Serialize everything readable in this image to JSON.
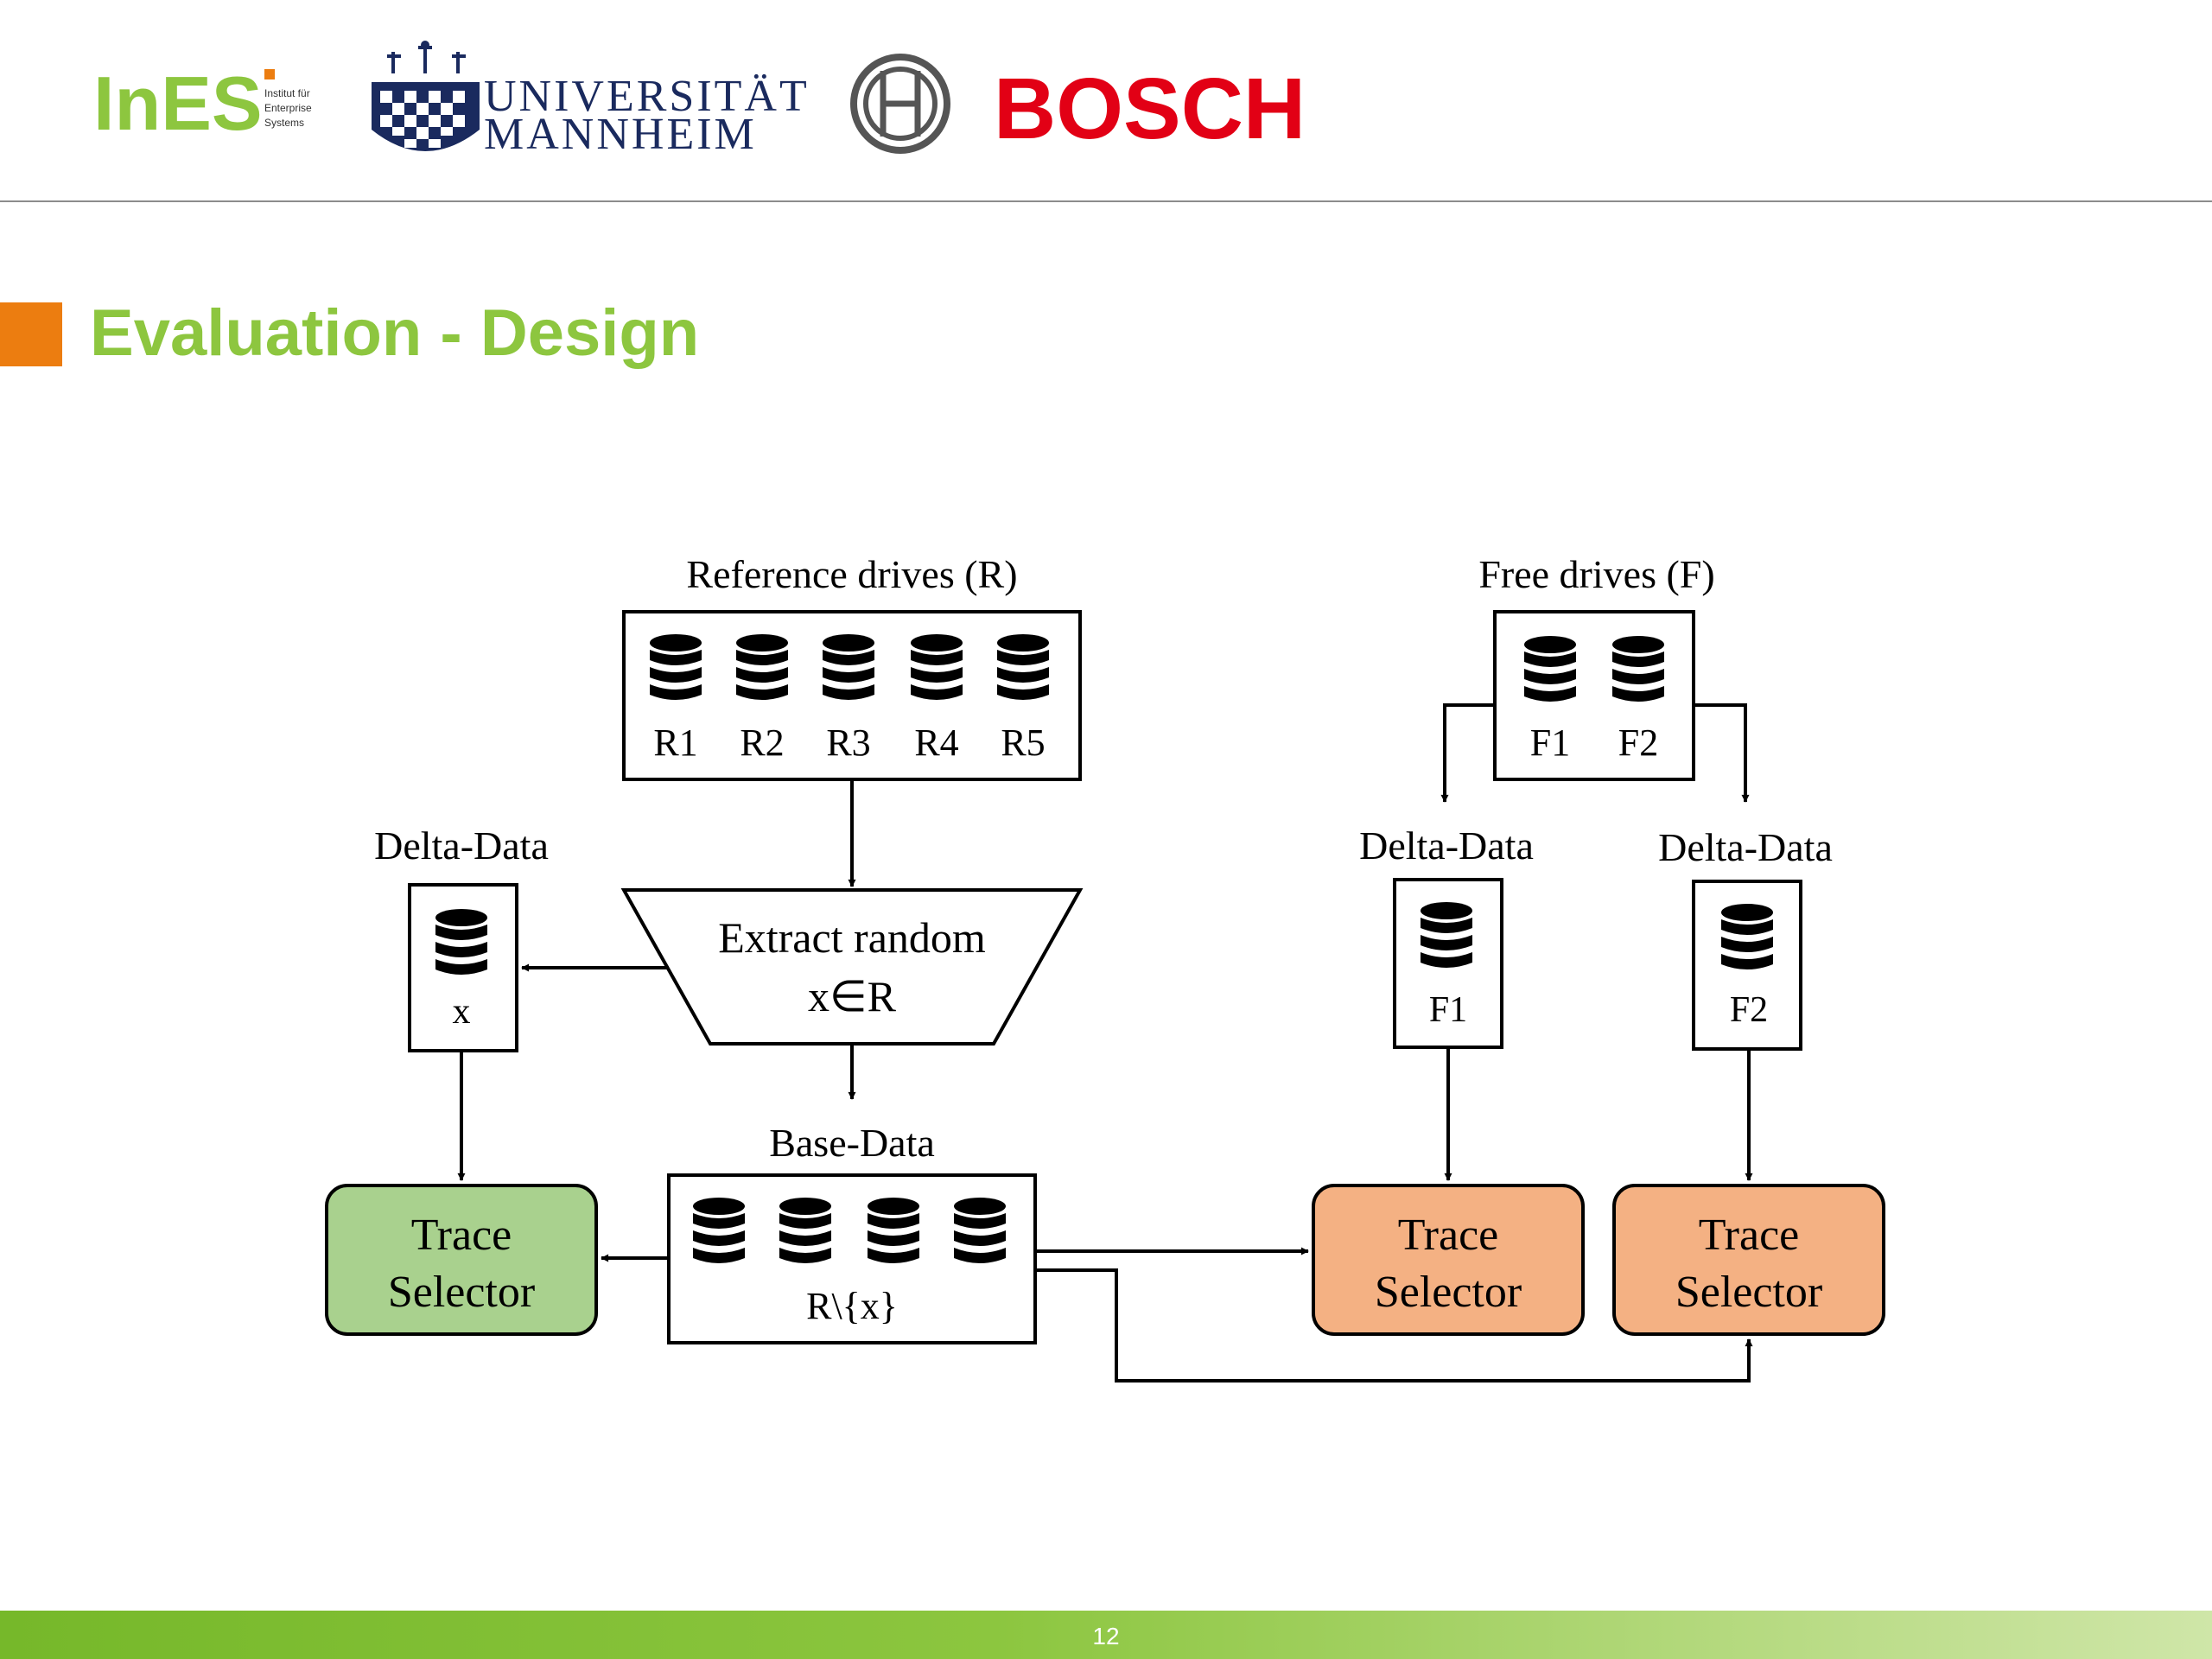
{
  "header": {
    "logos": {
      "ines": {
        "main": "InES",
        "sub": [
          "Institut für",
          "Enterprise",
          "Systems"
        ],
        "color": "#8dc63f",
        "accent": "#ec7d10"
      },
      "uni": {
        "line1": "UNIVERSITÄT",
        "line2": "MANNHEIM",
        "color": "#1a2a5e"
      },
      "bosch": {
        "text": "BOSCH",
        "color": "#e20015"
      }
    }
  },
  "slide": {
    "title": "Evaluation - Design",
    "page_number": "12"
  },
  "diagram": {
    "reference": {
      "label": "Reference drives (R)",
      "items": [
        "R1",
        "R2",
        "R3",
        "R4",
        "R5"
      ]
    },
    "free": {
      "label": "Free drives (F)",
      "items": [
        "F1",
        "F2"
      ]
    },
    "extract": {
      "line1": "Extract random",
      "line2": "x∈R"
    },
    "delta_x": {
      "label": "Delta-Data",
      "item": "x"
    },
    "delta_f1": {
      "label": "Delta-Data",
      "item": "F1"
    },
    "delta_f2": {
      "label": "Delta-Data",
      "item": "F2"
    },
    "base": {
      "label": "Base-Data",
      "item": "R\\{x}"
    },
    "selectors": [
      {
        "line1": "Trace",
        "line2": "Selector",
        "color": "#a9d18e"
      },
      {
        "line1": "Trace",
        "line2": "Selector",
        "color": "#f4b183"
      },
      {
        "line1": "Trace",
        "line2": "Selector",
        "color": "#f4b183"
      }
    ]
  }
}
